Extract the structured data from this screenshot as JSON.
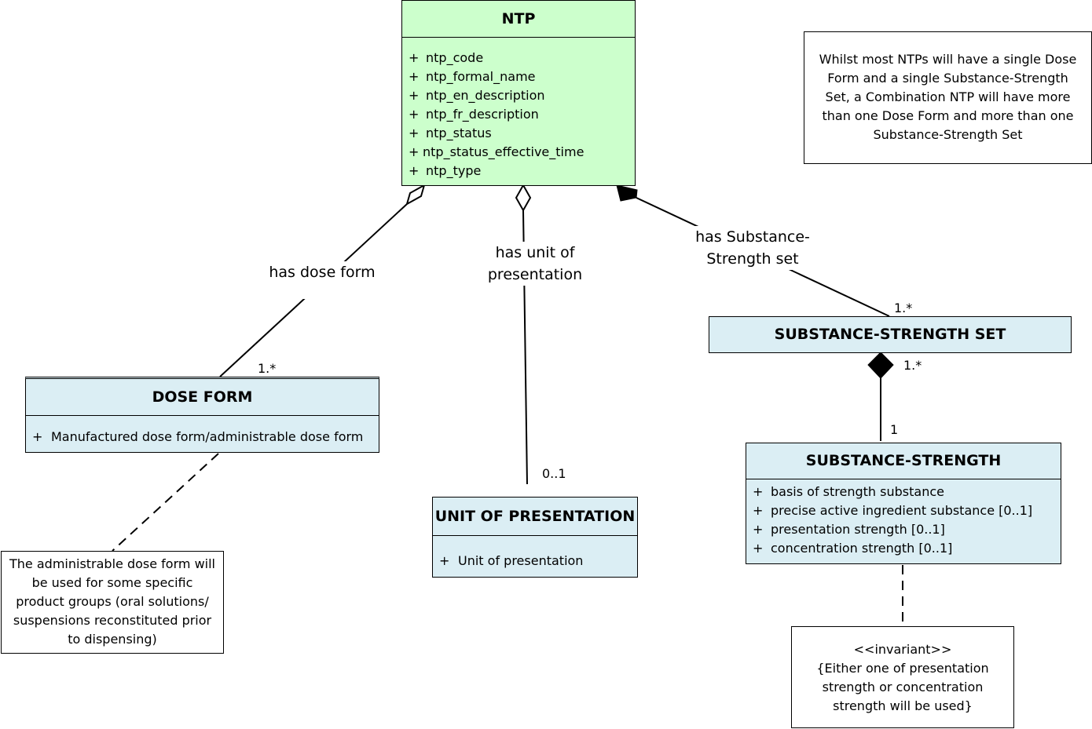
{
  "classes": {
    "ntp": {
      "title": "NTP",
      "attributes": [
        {
          "vis": "+",
          "name": "ntp_code"
        },
        {
          "vis": "+",
          "name": "ntp_formal_name"
        },
        {
          "vis": "+",
          "name": "ntp_en_description"
        },
        {
          "vis": "+",
          "name": "ntp_fr_description"
        },
        {
          "vis": "+",
          "name": "ntp_status"
        },
        {
          "vis": "+",
          "name": "ntp_status_effective_time"
        },
        {
          "vis": "+",
          "name": "ntp_type"
        }
      ],
      "fill": "#ccffcc"
    },
    "dose_form": {
      "title": "DOSE FORM",
      "attributes": [
        {
          "vis": "+",
          "name": "Manufactured dose form/administrable dose form"
        }
      ],
      "fill": "#dbeef4"
    },
    "unit_of_presentation": {
      "title": "UNIT OF PRESENTATION",
      "attributes": [
        {
          "vis": "+",
          "name": "Unit of presentation"
        }
      ],
      "fill": "#dbeef4"
    },
    "substance_strength_set": {
      "title": "SUBSTANCE-STRENGTH SET",
      "fill": "#dbeef4"
    },
    "substance_strength": {
      "title": "SUBSTANCE-STRENGTH",
      "attributes": [
        {
          "vis": "+",
          "name": "basis of strength substance"
        },
        {
          "vis": "+",
          "name": "precise active ingredient substance [0..1]"
        },
        {
          "vis": "+",
          "name": "presentation strength [0..1]"
        },
        {
          "vis": "+",
          "name": "concentration strength [0..1]"
        }
      ],
      "fill": "#dbeef4"
    }
  },
  "associations": {
    "has_dose_form": "has dose form",
    "has_unit_of_presentation": "has unit of\npresentation",
    "has_substance_strength_set": "has Substance-\nStrength set"
  },
  "multiplicities": {
    "dose_form": "1.*",
    "unit_of_presentation": "0..1",
    "substance_strength_set": "1.*",
    "set_to_strength_top": "1.*",
    "set_to_strength_bottom": "1"
  },
  "notes": {
    "combination": "Whilst most NTPs will have a single Dose Form and a single Substance-Strength Set, a Combination NTP will have more than one Dose Form and more than one Substance-Strength Set",
    "administrable": "The administrable dose form will be used for some specific product groups (oral solutions/ suspensions reconstituted prior to dispensing)",
    "invariant_stereotype": "<<invariant>>",
    "invariant_body": "{Either one of presentation strength or concentration strength will be used}"
  }
}
